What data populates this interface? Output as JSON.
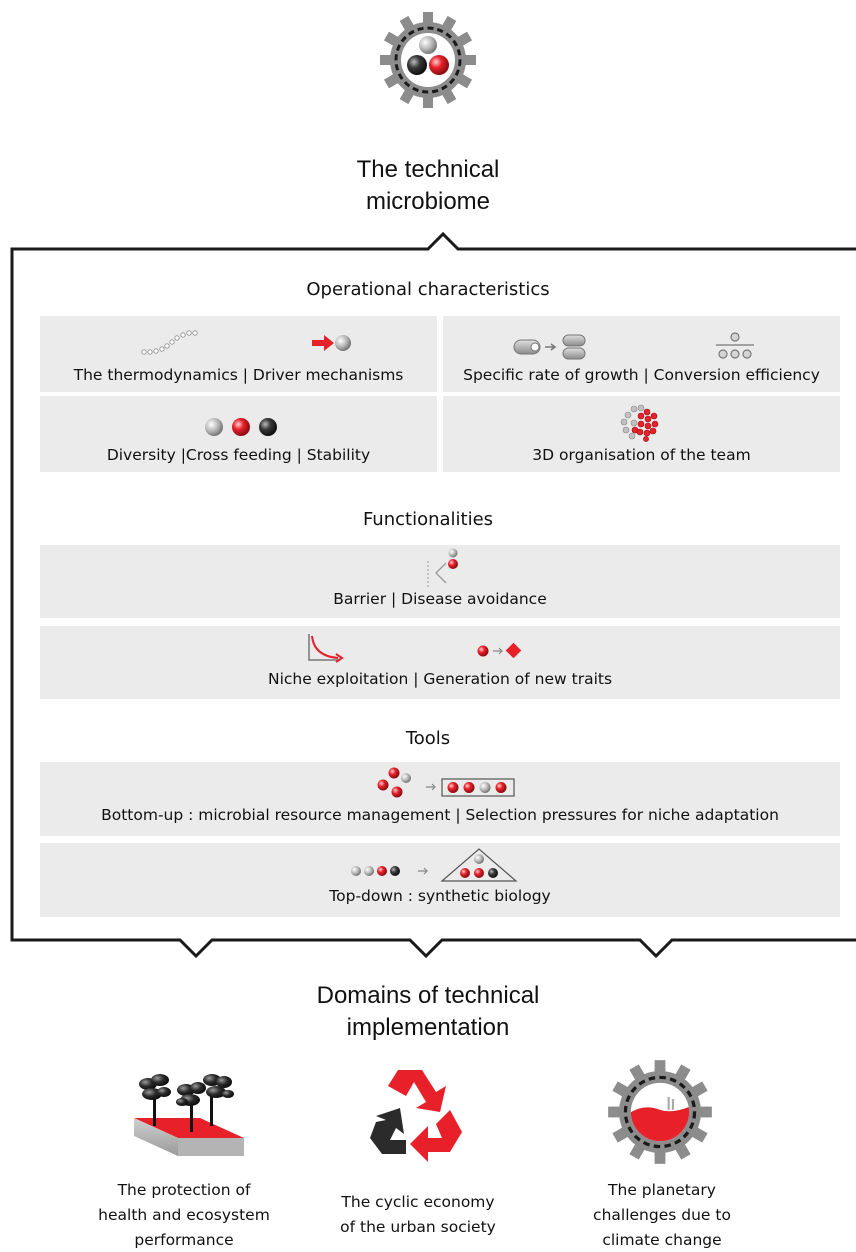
{
  "header": {
    "title_line1": "The technical",
    "title_line2": "microbiome"
  },
  "sections": {
    "operational": {
      "heading": "Operational characteristics",
      "panels": [
        {
          "label": "The thermodynamics | Driver mechanisms"
        },
        {
          "label": "Specific rate of growth | Conversion efficiency"
        },
        {
          "label": "Diversity |Cross feeding  | Stability"
        },
        {
          "label": "3D organisation of the team"
        }
      ]
    },
    "functionalities": {
      "heading": "Functionalities",
      "panels": [
        {
          "label": "Barrier  | Disease  avoidance"
        },
        {
          "label": "Niche exploitation | Generation of new traits"
        }
      ]
    },
    "tools": {
      "heading": "Tools",
      "panels": [
        {
          "label": "Bottom-up : microbial  resource  management | Selection pressures for niche adaptation"
        },
        {
          "label": "Top-down : synthetic  biology"
        }
      ]
    }
  },
  "domains": {
    "title_line1": "Domains of technical",
    "title_line2": "implementation",
    "items": [
      {
        "icon": "forest-soil-icon",
        "lines": [
          "The protection of",
          "health and ecosystem",
          "performance"
        ]
      },
      {
        "icon": "recycle-icon",
        "lines": [
          "The cyclic economy",
          "of the urban society"
        ]
      },
      {
        "icon": "planet-gear-icon",
        "lines": [
          "The planetary",
          "challenges due to",
          "climate change"
        ]
      }
    ]
  },
  "colors": {
    "accent_red": "#e8202a",
    "dark": "#3a3a3a",
    "gray": "#9a9a9a",
    "panel_bg": "#ebebeb"
  }
}
